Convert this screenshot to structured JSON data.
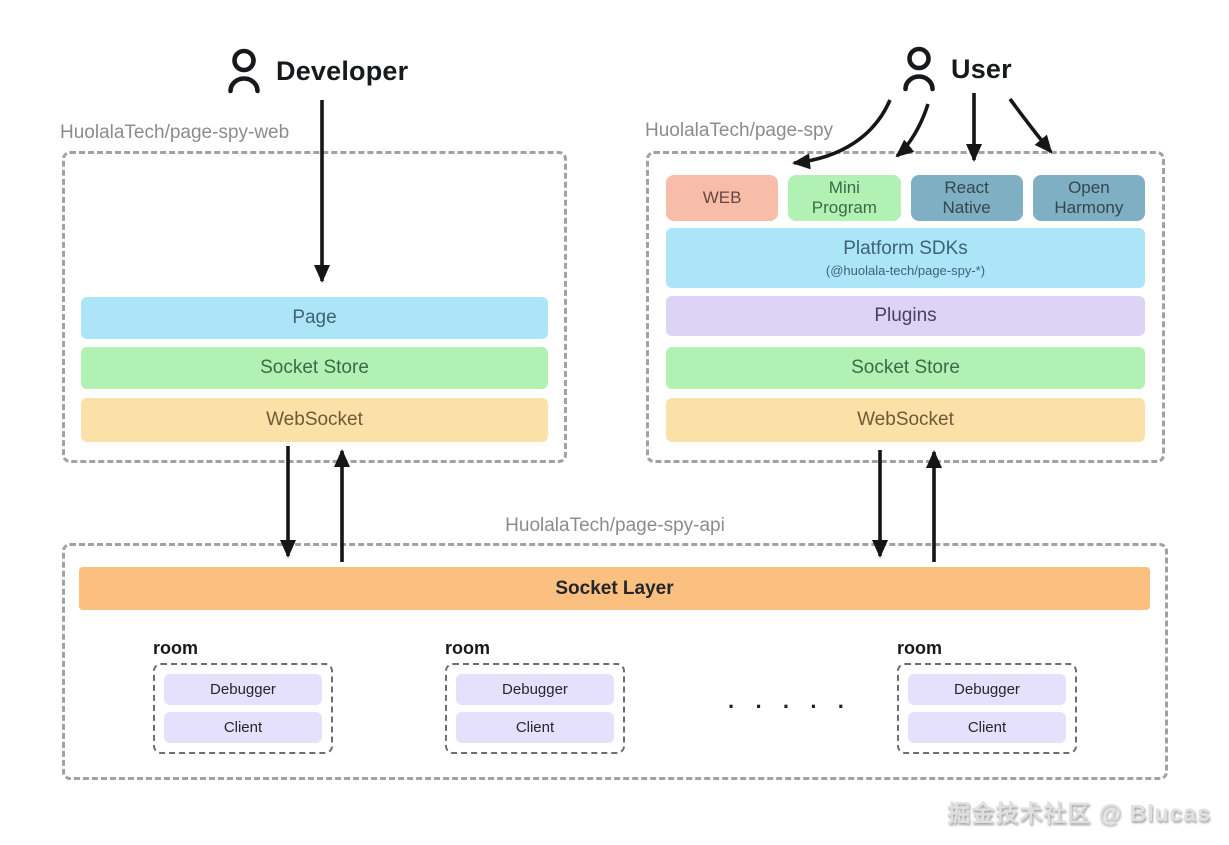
{
  "actors": {
    "developer": {
      "label": "Developer"
    },
    "user": {
      "label": "User"
    }
  },
  "panels": {
    "web": {
      "title": "HuolalaTech/page-spy-web",
      "rows": [
        {
          "label": "Page",
          "bg": "#ace5f8",
          "fg": "#3e6373"
        },
        {
          "label": "Socket Store",
          "bg": "#b1f1b4",
          "fg": "#3c6a45"
        },
        {
          "label": "WebSocket",
          "bg": "#fbe0a8",
          "fg": "#6e5a33"
        }
      ]
    },
    "sdk": {
      "title": "HuolalaTech/page-spy",
      "platforms": [
        {
          "label": "WEB",
          "bg": "#f8bda9",
          "fg": "#654740"
        },
        {
          "label": "Mini Program",
          "bg": "#b1f1b4",
          "fg": "#3c6a45"
        },
        {
          "label": "React Native",
          "bg": "#7fafc2",
          "fg": "#33474f"
        },
        {
          "label": "Open Harmony",
          "bg": "#7fafc2",
          "fg": "#33474f"
        }
      ],
      "rows": [
        {
          "label": "Platform SDKs",
          "sublabel": "(@huolala-tech/page-spy-*)",
          "bg": "#ace5f8",
          "fg": "#3e6373"
        },
        {
          "label": "Plugins",
          "bg": "#dcd3f5",
          "fg": "#4a4061"
        },
        {
          "label": "Socket Store",
          "bg": "#b1f1b4",
          "fg": "#3c6a45"
        },
        {
          "label": "WebSocket",
          "bg": "#fbe0a8",
          "fg": "#6e5a33"
        }
      ]
    },
    "api": {
      "title": "HuolalaTech/page-spy-api",
      "socket_layer": {
        "label": "Socket Layer",
        "bg": "#fbc07f",
        "fg": "#22262a"
      },
      "room_item_bg": "#e5e0fb",
      "room_item_fg": "#26262a",
      "rooms": [
        {
          "label": "room",
          "items": [
            "Debugger",
            "Client"
          ]
        },
        {
          "label": "room",
          "items": [
            "Debugger",
            "Client"
          ]
        },
        {
          "label": "room",
          "items": [
            "Debugger",
            "Client"
          ]
        }
      ],
      "ellipsis": "· · · · ·"
    }
  },
  "watermark": {
    "text": "掘金技术社区 @ Blucas"
  }
}
